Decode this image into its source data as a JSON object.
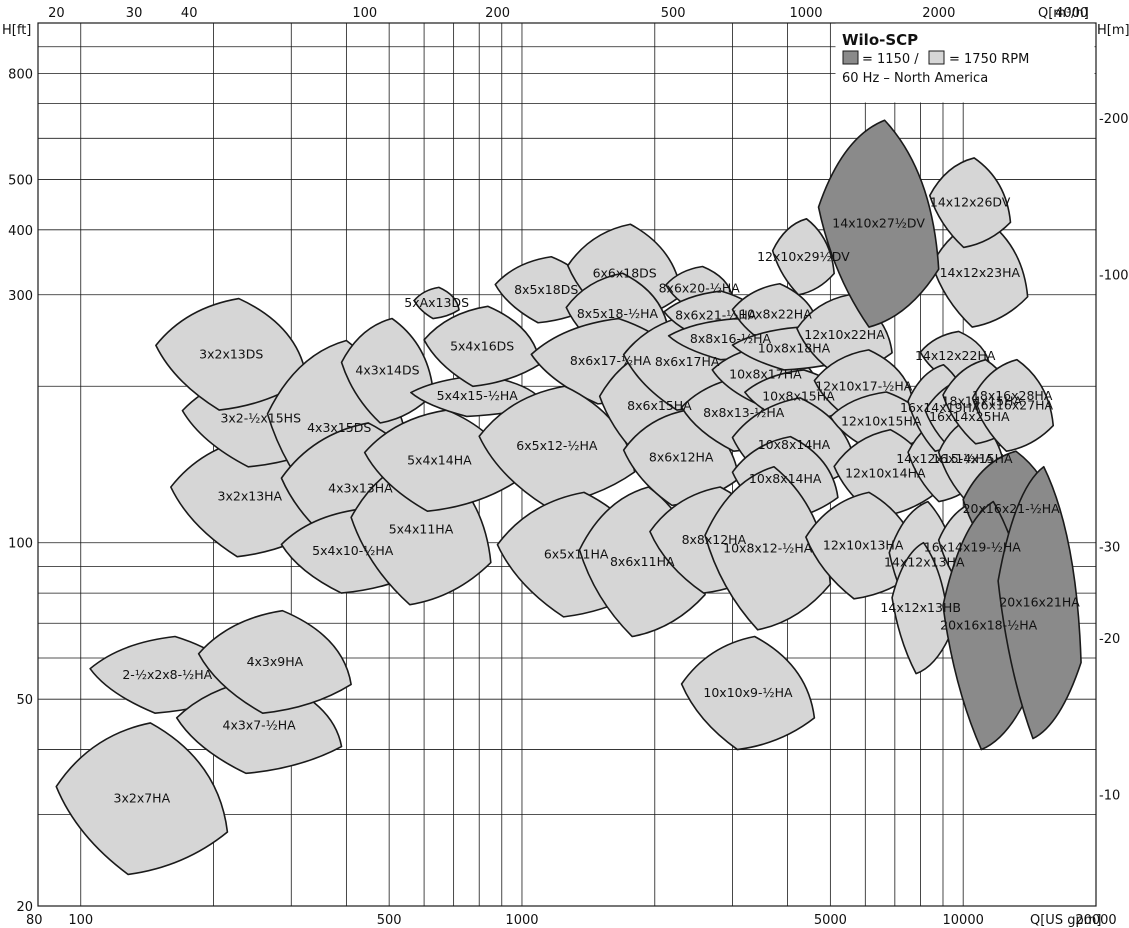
{
  "colors": {
    "rpm1150": "#8a8a8a",
    "rpm1750": "#d6d6d6",
    "stroke": "#1a1a1a",
    "grid": "#1a1a1a"
  },
  "legend": {
    "title": "Wilo-SCP",
    "rpm1150_text": "= 1150 /",
    "rpm1750_text": "= 1750 RPM",
    "region": "60 Hz – North America"
  },
  "chart_data": {
    "type": "area",
    "title": "Wilo-SCP",
    "x_scale": "log",
    "y_scale": "log",
    "axes": {
      "bottom": {
        "label": "Q[US gpm]",
        "range": [
          80,
          20000
        ],
        "ticks": [
          "80",
          "100",
          "500",
          "1000",
          "5000",
          "10000",
          "20000"
        ]
      },
      "top": {
        "label": "Q[m³/h]",
        "ticks": [
          "20",
          "30",
          "40",
          "100",
          "200",
          "500",
          "1000",
          "2000",
          "4000"
        ]
      },
      "left": {
        "label": "H[ft]",
        "range": [
          20,
          1000
        ],
        "ticks": [
          "20",
          "50",
          "100",
          "300",
          "400",
          "500",
          "800"
        ]
      },
      "right": {
        "label": "H[m]",
        "ticks": [
          "-10",
          "-20",
          "-30",
          "-100",
          "-200"
        ]
      }
    },
    "grid": true,
    "legend_position": "top-right",
    "series": [
      {
        "name": "3x2x7HA",
        "rpm": 1750,
        "q_min": 88,
        "q_max": 215,
        "h_min": 23,
        "h_max": 45
      },
      {
        "name": "2-½x2x8-½HA",
        "rpm": 1750,
        "q_min": 105,
        "q_max": 235,
        "h_min": 47,
        "h_max": 66
      },
      {
        "name": "4x3x7-½HA",
        "rpm": 1750,
        "q_min": 165,
        "q_max": 390,
        "h_min": 36,
        "h_max": 55
      },
      {
        "name": "4x3x9HA",
        "rpm": 1750,
        "q_min": 185,
        "q_max": 410,
        "h_min": 47,
        "h_max": 74
      },
      {
        "name": "3x2x13HA",
        "rpm": 1750,
        "q_min": 160,
        "q_max": 365,
        "h_min": 94,
        "h_max": 160
      },
      {
        "name": "3x2-½x15HS",
        "rpm": 1750,
        "q_min": 170,
        "q_max": 385,
        "h_min": 140,
        "h_max": 215
      },
      {
        "name": "3x2x13DS",
        "rpm": 1750,
        "q_min": 148,
        "q_max": 325,
        "h_min": 180,
        "h_max": 295
      },
      {
        "name": "4x3x15DS",
        "rpm": 1750,
        "q_min": 265,
        "q_max": 560,
        "h_min": 113,
        "h_max": 245
      },
      {
        "name": "4x3x14DS",
        "rpm": 1750,
        "q_min": 390,
        "q_max": 630,
        "h_min": 170,
        "h_max": 270
      },
      {
        "name": "4x3x13HA",
        "rpm": 1750,
        "q_min": 285,
        "q_max": 650,
        "h_min": 95,
        "h_max": 170
      },
      {
        "name": "5x4x10-½HA",
        "rpm": 1750,
        "q_min": 285,
        "q_max": 600,
        "h_min": 80,
        "h_max": 116
      },
      {
        "name": "5x4x11HA",
        "rpm": 1750,
        "q_min": 410,
        "q_max": 850,
        "h_min": 76,
        "h_max": 148
      },
      {
        "name": "5x4x14HA",
        "rpm": 1750,
        "q_min": 440,
        "q_max": 960,
        "h_min": 115,
        "h_max": 180
      },
      {
        "name": "5x4x15-½HA",
        "rpm": 1750,
        "q_min": 560,
        "q_max": 1120,
        "h_min": 175,
        "h_max": 210
      },
      {
        "name": "5x4x16DS",
        "rpm": 1750,
        "q_min": 600,
        "q_max": 1100,
        "h_min": 200,
        "h_max": 285
      },
      {
        "name": "5xAx13DS",
        "rpm": 1750,
        "q_min": 570,
        "q_max": 720,
        "h_min": 270,
        "h_max": 310
      },
      {
        "name": "8x5x18DS",
        "rpm": 1750,
        "q_min": 870,
        "q_max": 1480,
        "h_min": 265,
        "h_max": 355
      },
      {
        "name": "6x6x18DS",
        "rpm": 1750,
        "q_min": 1270,
        "q_max": 2300,
        "h_min": 265,
        "h_max": 410
      },
      {
        "name": "8x5x18-½HA",
        "rpm": 1750,
        "q_min": 1260,
        "q_max": 2150,
        "h_min": 230,
        "h_max": 330
      },
      {
        "name": "8x6x17-½HA",
        "rpm": 1750,
        "q_min": 1050,
        "q_max": 2400,
        "h_min": 185,
        "h_max": 270
      },
      {
        "name": "8x6x20-½HA",
        "rpm": 1750,
        "q_min": 2120,
        "q_max": 3000,
        "h_min": 280,
        "h_max": 340
      },
      {
        "name": "6x5x12-½HA",
        "rpm": 1750,
        "q_min": 800,
        "q_max": 1800,
        "h_min": 118,
        "h_max": 200
      },
      {
        "name": "6x5x11HA",
        "rpm": 1750,
        "q_min": 880,
        "q_max": 2000,
        "h_min": 72,
        "h_max": 125
      },
      {
        "name": "8x6x11HA",
        "rpm": 1750,
        "q_min": 1350,
        "q_max": 2600,
        "h_min": 66,
        "h_max": 128
      },
      {
        "name": "8x6x15HA",
        "rpm": 1750,
        "q_min": 1500,
        "q_max": 2800,
        "h_min": 140,
        "h_max": 240
      },
      {
        "name": "8x6x12HA",
        "rpm": 1750,
        "q_min": 1700,
        "q_max": 3100,
        "h_min": 118,
        "h_max": 180
      },
      {
        "name": "8x6x17HA",
        "rpm": 1750,
        "q_min": 1700,
        "q_max": 3300,
        "h_min": 180,
        "h_max": 275
      },
      {
        "name": "8x6x21-½HA",
        "rpm": 1750,
        "q_min": 2100,
        "q_max": 3600,
        "h_min": 245,
        "h_max": 305
      },
      {
        "name": "8x8x16-½HA",
        "rpm": 1750,
        "q_min": 2150,
        "q_max": 4100,
        "h_min": 225,
        "h_max": 270
      },
      {
        "name": "8x8x12HA",
        "rpm": 1750,
        "q_min": 1950,
        "q_max": 3800,
        "h_min": 80,
        "h_max": 128
      },
      {
        "name": "8x8x13-½HA",
        "rpm": 1750,
        "q_min": 2300,
        "q_max": 4400,
        "h_min": 150,
        "h_max": 210
      },
      {
        "name": "10x8x22HA",
        "rpm": 1750,
        "q_min": 3000,
        "q_max": 4700,
        "h_min": 240,
        "h_max": 315
      },
      {
        "name": "10x8x17HA",
        "rpm": 1750,
        "q_min": 2700,
        "q_max": 4700,
        "h_min": 185,
        "h_max": 240
      },
      {
        "name": "10x8x18HA",
        "rpm": 1750,
        "q_min": 3000,
        "q_max": 5700,
        "h_min": 215,
        "h_max": 260
      },
      {
        "name": "10x8x15HA",
        "rpm": 1750,
        "q_min": 3200,
        "q_max": 5600,
        "h_min": 170,
        "h_max": 215
      },
      {
        "name": "10x8x14HA",
        "rpm": 1750,
        "q_min": 3000,
        "q_max": 5700,
        "h_min": 125,
        "h_max": 190
      },
      {
        "name": "10x8x14HA",
        "rpm": 1750,
        "q_min": 3000,
        "q_max": 5200,
        "h_min": 110,
        "h_max": 160
      },
      {
        "name": "10x8x12-½HA",
        "rpm": 1750,
        "q_min": 2600,
        "q_max": 5000,
        "h_min": 68,
        "h_max": 140
      },
      {
        "name": "10x10x9-½HA",
        "rpm": 1750,
        "q_min": 2300,
        "q_max": 4600,
        "h_min": 40,
        "h_max": 66
      },
      {
        "name": "12x10x22HA",
        "rpm": 1750,
        "q_min": 4200,
        "q_max": 6900,
        "h_min": 210,
        "h_max": 300
      },
      {
        "name": "12x10x17-½HA",
        "rpm": 1750,
        "q_min": 4600,
        "q_max": 7700,
        "h_min": 170,
        "h_max": 235
      },
      {
        "name": "12x10x15HA",
        "rpm": 1750,
        "q_min": 5000,
        "q_max": 8500,
        "h_min": 150,
        "h_max": 195
      },
      {
        "name": "12x10x14HA",
        "rpm": 1750,
        "q_min": 5100,
        "q_max": 8700,
        "h_min": 112,
        "h_max": 165
      },
      {
        "name": "12x10x13HA",
        "rpm": 1750,
        "q_min": 4400,
        "q_max": 8000,
        "h_min": 78,
        "h_max": 125
      },
      {
        "name": "12x10x29½DV",
        "rpm": 1750,
        "q_min": 3700,
        "q_max": 5100,
        "h_min": 300,
        "h_max": 420
      },
      {
        "name": "14x12x13HA",
        "rpm": 1750,
        "q_min": 6800,
        "q_max": 9800,
        "h_min": 70,
        "h_max": 120
      },
      {
        "name": "14x12x13HB",
        "rpm": 1750,
        "q_min": 6900,
        "q_max": 9300,
        "h_min": 56,
        "h_max": 100
      },
      {
        "name": "14x12x15-½HA",
        "rpm": 1750,
        "q_min": 7500,
        "q_max": 11000,
        "h_min": 120,
        "h_max": 175
      },
      {
        "name": "14x12x22HA",
        "rpm": 1750,
        "q_min": 8000,
        "q_max": 11500,
        "h_min": 205,
        "h_max": 255
      },
      {
        "name": "14x12x23HA",
        "rpm": 1750,
        "q_min": 8500,
        "q_max": 14000,
        "h_min": 260,
        "h_max": 420
      },
      {
        "name": "14x12x26DV",
        "rpm": 1750,
        "q_min": 8400,
        "q_max": 12800,
        "h_min": 370,
        "h_max": 550
      },
      {
        "name": "16x14x19HA",
        "rpm": 1750,
        "q_min": 7500,
        "q_max": 10500,
        "h_min": 150,
        "h_max": 220
      },
      {
        "name": "16x14x25HA",
        "rpm": 1750,
        "q_min": 8200,
        "q_max": 13000,
        "h_min": 145,
        "h_max": 210
      },
      {
        "name": "16x14x19-½HA",
        "rpm": 1750,
        "q_min": 8800,
        "q_max": 12500,
        "h_min": 80,
        "h_max": 120
      },
      {
        "name": "16x14x15HA",
        "rpm": 1750,
        "q_min": 8800,
        "q_max": 12500,
        "h_min": 120,
        "h_max": 175
      },
      {
        "name": "18x14x15HA",
        "rpm": 1750,
        "q_min": 9000,
        "q_max": 13500,
        "h_min": 155,
        "h_max": 225
      },
      {
        "name": "18x16x28HA",
        "rpm": 1750,
        "q_min": 11500,
        "q_max": 14500,
        "h_min": 175,
        "h_max": 210
      },
      {
        "name": "16x16x27HA",
        "rpm": 1750,
        "q_min": 10500,
        "q_max": 16000,
        "h_min": 150,
        "h_max": 225
      },
      {
        "name": "14x10x27½DV",
        "rpm": 1150,
        "q_min": 4700,
        "q_max": 8800,
        "h_min": 260,
        "h_max": 650
      },
      {
        "name": "20x16x21-½HA",
        "rpm": 1150,
        "q_min": 10000,
        "q_max": 16500,
        "h_min": 90,
        "h_max": 150
      },
      {
        "name": "20x16x18-½HA",
        "rpm": 1150,
        "q_min": 9000,
        "q_max": 14500,
        "h_min": 40,
        "h_max": 120
      },
      {
        "name": "20x16x21HA",
        "rpm": 1150,
        "q_min": 12000,
        "q_max": 18500,
        "h_min": 42,
        "h_max": 140
      }
    ]
  }
}
